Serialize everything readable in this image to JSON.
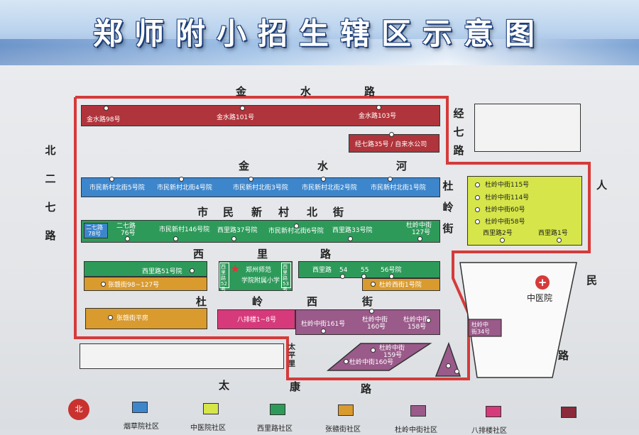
{
  "title": "郑师附小招生辖区示意图",
  "roads": {
    "jinshui_road": [
      "金",
      "水",
      "路"
    ],
    "jingqi_road": [
      "经",
      "七",
      "路"
    ],
    "jinshui_river": [
      "金",
      "水",
      "河"
    ],
    "shiminxincun_beijie": [
      "市",
      "民",
      "新",
      "村",
      "北",
      "街"
    ],
    "duling_street_v": [
      "杜",
      "岭",
      "街"
    ],
    "beierqi_road": [
      "北",
      "二",
      "七",
      "路"
    ],
    "xili_road": [
      "西",
      "里",
      "路"
    ],
    "duling_west_street": [
      "杜",
      "岭",
      "西",
      "街"
    ],
    "renmin_road_partial": [
      "人",
      "民"
    ],
    "road_lu": "路",
    "taikang_road": [
      "太",
      "康",
      "路"
    ],
    "taipingli": [
      "太",
      "平",
      "里"
    ]
  },
  "blocks": {
    "jinshui_row": {
      "left": "金水路98号",
      "center": "金水路101号",
      "right": "金水路103号"
    },
    "jingqi_row": "经七路35号 / 自来水公司",
    "shimin_row": [
      "市民新村北街5号院",
      "市民新村北街4号院",
      "市民新村北街3号院",
      "市民新村北街2号院",
      "市民新村北街1号院"
    ],
    "erqi_small": [
      "二七路",
      "78号"
    ],
    "xili_row": {
      "erqi76": [
        "二七路",
        "76号"
      ],
      "items": [
        "市民新村146号院",
        "西里路37号院",
        "市民新村北街6号院",
        "西里路33号院"
      ],
      "duling127": [
        "杜岭中街",
        "127号"
      ]
    },
    "xili51": "西里路51号院",
    "zhangqiao98": "张赣街98~127号",
    "school_center": [
      "郑州师范",
      "学院附属小学"
    ],
    "xili52": "西里路52号",
    "xili53": "西里路53号",
    "xili_right": {
      "prefix": "西里路",
      "n54": "54",
      "n55": "55",
      "n56": "56号院"
    },
    "duling_xijie1": "杜岭西街1号院",
    "zhangqiao_pingfang": "张赣街平房",
    "bapailou": "八排楼1~8号",
    "duling161": "杜岭中街161号",
    "duling160": [
      "杜岭中街",
      "160号"
    ],
    "duling158": [
      "杜岭中街",
      "158号"
    ],
    "duling159": [
      "杜岭中街",
      "159号"
    ],
    "duling160b": "杜岭中街160号",
    "duling_east_list": [
      "杜岭中街115号",
      "杜岭中街114号",
      "杜岭中街60号",
      "杜岭中街58号"
    ],
    "xili2": "西里路2号",
    "xili1": "西里路1号",
    "hospital": "中医院",
    "duling34": [
      "杜岭中",
      "街34号"
    ]
  },
  "legend": {
    "north": "北",
    "items": [
      {
        "label": "烟草院社区",
        "color": "#3d86cc"
      },
      {
        "label": "中医院社区",
        "color": "#d6e64a"
      },
      {
        "label": "西里路社区",
        "color": "#2e9a5a"
      },
      {
        "label": "张赣街社区",
        "color": "#d99a2e"
      },
      {
        "label": "杜岭中街社区",
        "color": "#9a5a8a"
      },
      {
        "label": "八排楼社区",
        "color": "#d63a7a"
      },
      {
        "label": "",
        "color": "#8a2a3a"
      }
    ]
  },
  "colors": {
    "boundary": "#d63a3a",
    "red_block": "#b0343b",
    "blue_block": "#3d86cc",
    "green_block": "#2e9a5a",
    "orange_block": "#d99a2e",
    "purple_block": "#9a5a8a",
    "pink_block": "#d63a7a",
    "yellow_block": "#d6e64a"
  }
}
